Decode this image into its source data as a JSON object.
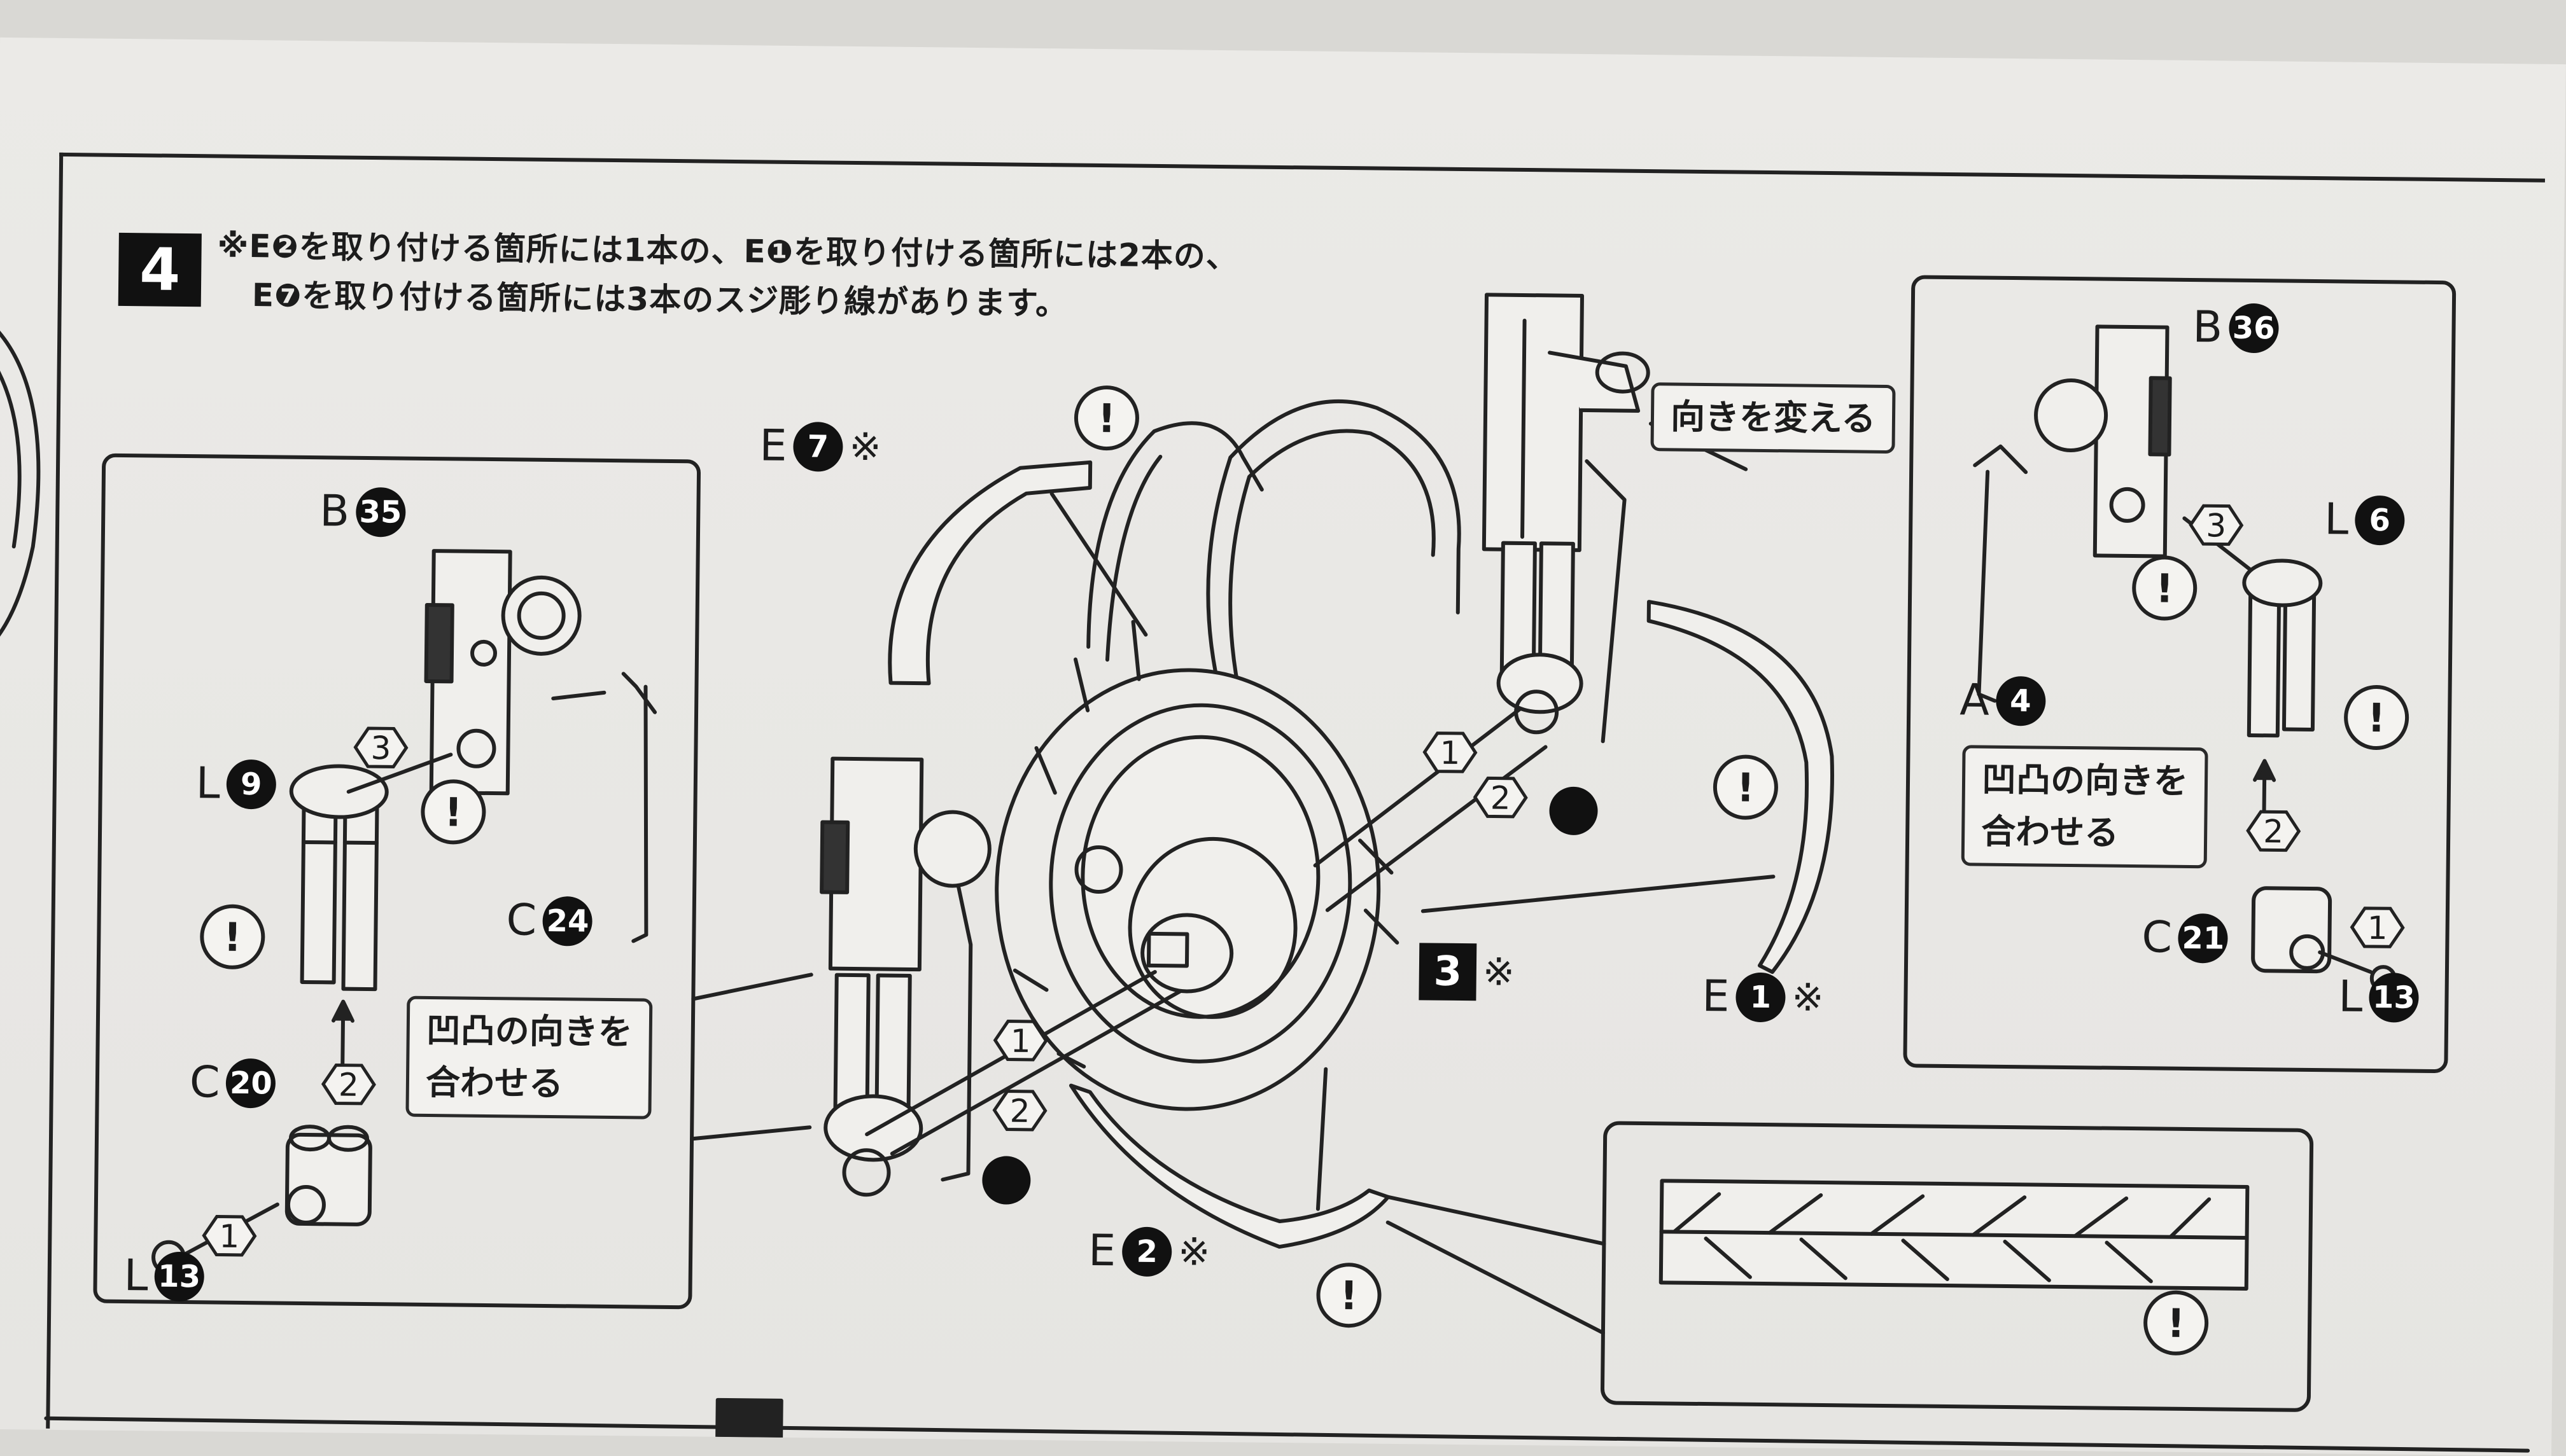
{
  "step": {
    "number": "4",
    "note_line1": "※E❷を取り付ける箇所には1本の、E❶を取り付ける箇所には2本の、",
    "note_line2": "E❼を取り付ける箇所には3本のスジ彫り線があります。"
  },
  "left_box": {
    "parts": [
      {
        "letter": "B",
        "num": "35"
      },
      {
        "letter": "L",
        "num": "9"
      },
      {
        "letter": "C",
        "num": "24"
      },
      {
        "letter": "C",
        "num": "20"
      },
      {
        "letter": "L",
        "num": "13"
      }
    ],
    "callout_line1": "凹凸の向きを",
    "callout_line2": "合わせる",
    "order": [
      "1",
      "2",
      "3"
    ]
  },
  "center": {
    "e7": {
      "letter": "E",
      "num": "7",
      "mark": "※"
    },
    "e1": {
      "letter": "E",
      "num": "1",
      "mark": "※"
    },
    "e2": {
      "letter": "E",
      "num": "2",
      "mark": "※"
    },
    "ref_step": {
      "number": "3",
      "mark": "※"
    },
    "callout_direction": "向きを変える",
    "order": [
      "1",
      "2"
    ]
  },
  "right_box": {
    "parts": [
      {
        "letter": "B",
        "num": "36"
      },
      {
        "letter": "L",
        "num": "6"
      },
      {
        "letter": "A",
        "num": "4"
      },
      {
        "letter": "C",
        "num": "21"
      },
      {
        "letter": "L",
        "num": "13"
      }
    ],
    "callout_line1": "凹凸の向きを",
    "callout_line2": "合わせる",
    "order": [
      "1",
      "2",
      "3"
    ]
  },
  "warning_symbol": "!",
  "colors": {
    "ink": "#1c1c1c",
    "paper": "#e9e8e5",
    "background": "#d9d8d4"
  }
}
